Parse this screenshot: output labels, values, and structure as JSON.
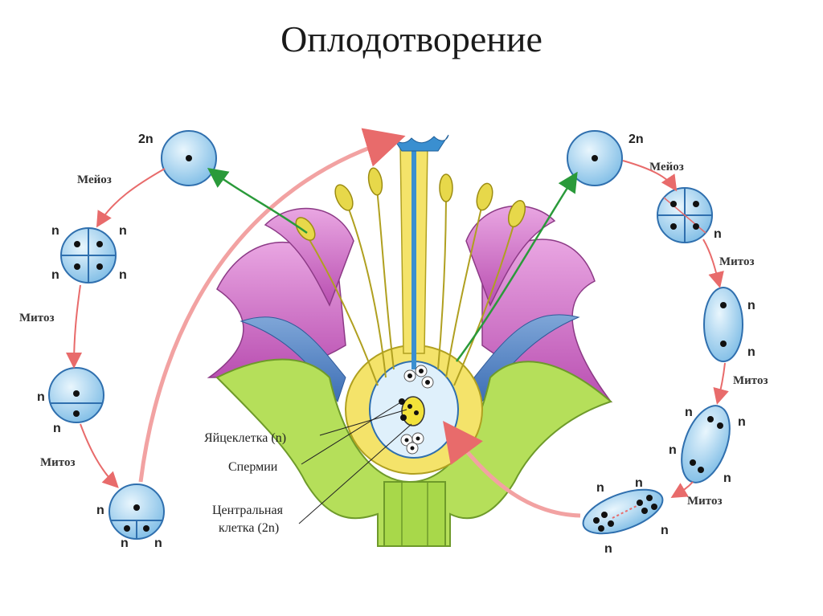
{
  "title": "Оплодотворение",
  "labels": {
    "diploid": "2n",
    "haploid": "n",
    "meiosis": "Мейоз",
    "mitosis": "Митоз",
    "egg_cell": "Яйцеклетка (n)",
    "sperm": "Спермии",
    "central_cell_line1": "Центральная",
    "central_cell_line2": "клетка (2n)"
  },
  "colors": {
    "petal": "#d97fd0",
    "receptacle": "#a8d84a",
    "ovary": "#f4e36a",
    "cell": "#9fd1ef",
    "arrow_red": "#e86b6b",
    "arrow_green": "#2a9a3a"
  }
}
